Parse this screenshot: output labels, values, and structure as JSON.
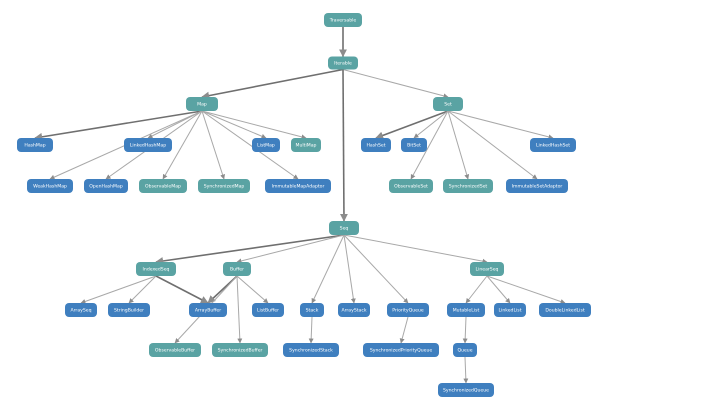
{
  "colors": {
    "trait": "#5aa3a3",
    "class": "#3f7fbf",
    "edge": "#a8a8a8",
    "edge_strong": "#6f6f6f"
  },
  "nodes": [
    {
      "id": "traversable",
      "label": "Traversable",
      "kind": "trait"
    },
    {
      "id": "iterable",
      "label": "Iterable",
      "kind": "trait"
    },
    {
      "id": "map",
      "label": "Map",
      "kind": "trait"
    },
    {
      "id": "set",
      "label": "Set",
      "kind": "trait"
    },
    {
      "id": "seq",
      "label": "Seq",
      "kind": "trait"
    },
    {
      "id": "hashmap",
      "label": "HashMap",
      "kind": "class"
    },
    {
      "id": "linkedhashmap",
      "label": "LinkedHashMap",
      "kind": "class"
    },
    {
      "id": "listmap",
      "label": "ListMap",
      "kind": "class"
    },
    {
      "id": "multimap",
      "label": "MultiMap",
      "kind": "trait"
    },
    {
      "id": "weakhashmap",
      "label": "WeakHashMap",
      "kind": "class"
    },
    {
      "id": "openhashmap",
      "label": "OpenHashMap",
      "kind": "class"
    },
    {
      "id": "observablemap",
      "label": "ObservableMap",
      "kind": "trait"
    },
    {
      "id": "synchronizedmap",
      "label": "SynchronizedMap",
      "kind": "trait"
    },
    {
      "id": "immutablemapadaptor",
      "label": "ImmutableMapAdaptor",
      "kind": "class"
    },
    {
      "id": "hashset",
      "label": "HashSet",
      "kind": "class"
    },
    {
      "id": "bitset",
      "label": "BitSet",
      "kind": "class"
    },
    {
      "id": "linkedhashset",
      "label": "LinkedHashSet",
      "kind": "class"
    },
    {
      "id": "observableset",
      "label": "ObservableSet",
      "kind": "trait"
    },
    {
      "id": "synchronizedset",
      "label": "SynchronizedSet",
      "kind": "trait"
    },
    {
      "id": "immutablesetadaptor",
      "label": "ImmutableSetAdaptor",
      "kind": "class"
    },
    {
      "id": "indexedseq",
      "label": "IndexedSeq",
      "kind": "trait"
    },
    {
      "id": "buffer",
      "label": "Buffer",
      "kind": "trait"
    },
    {
      "id": "linearseq",
      "label": "LinearSeq",
      "kind": "trait"
    },
    {
      "id": "arrayseq",
      "label": "ArraySeq",
      "kind": "class"
    },
    {
      "id": "stringbuilder",
      "label": "StringBuilder",
      "kind": "class"
    },
    {
      "id": "arraybuffer",
      "label": "ArrayBuffer",
      "kind": "class"
    },
    {
      "id": "listbuffer",
      "label": "ListBuffer",
      "kind": "class"
    },
    {
      "id": "stack",
      "label": "Stack",
      "kind": "class"
    },
    {
      "id": "arraystack",
      "label": "ArrayStack",
      "kind": "class"
    },
    {
      "id": "priorityqueue",
      "label": "PriorityQueue",
      "kind": "class"
    },
    {
      "id": "mutablelist",
      "label": "MutableList",
      "kind": "class"
    },
    {
      "id": "linkedlist",
      "label": "LinkedList",
      "kind": "class"
    },
    {
      "id": "doublelinkedlist",
      "label": "DoubleLinkedList",
      "kind": "class"
    },
    {
      "id": "observablebuffer",
      "label": "ObservableBuffer",
      "kind": "trait"
    },
    {
      "id": "synchronizedbuffer",
      "label": "SynchronizedBuffer",
      "kind": "trait"
    },
    {
      "id": "synchronizedstack",
      "label": "SynchronizedStack",
      "kind": "class"
    },
    {
      "id": "synchronizedpriorityqueue",
      "label": "SynchronizedPriorityQueue",
      "kind": "class"
    },
    {
      "id": "queue",
      "label": "Queue",
      "kind": "class"
    },
    {
      "id": "synchronizedqueue",
      "label": "SynchronizedQueue",
      "kind": "class"
    }
  ],
  "edges": [
    {
      "from": "traversable",
      "to": "iterable",
      "strong": true
    },
    {
      "from": "iterable",
      "to": "map",
      "strong": true
    },
    {
      "from": "iterable",
      "to": "set",
      "strong": false
    },
    {
      "from": "iterable",
      "to": "seq",
      "strong": true
    },
    {
      "from": "map",
      "to": "hashmap",
      "strong": true
    },
    {
      "from": "map",
      "to": "linkedhashmap",
      "strong": false
    },
    {
      "from": "map",
      "to": "listmap",
      "strong": false
    },
    {
      "from": "map",
      "to": "multimap",
      "strong": false
    },
    {
      "from": "map",
      "to": "weakhashmap",
      "strong": false
    },
    {
      "from": "map",
      "to": "openhashmap",
      "strong": false
    },
    {
      "from": "map",
      "to": "observablemap",
      "strong": false
    },
    {
      "from": "map",
      "to": "synchronizedmap",
      "strong": false
    },
    {
      "from": "map",
      "to": "immutablemapadaptor",
      "strong": false
    },
    {
      "from": "set",
      "to": "hashset",
      "strong": true
    },
    {
      "from": "set",
      "to": "bitset",
      "strong": false
    },
    {
      "from": "set",
      "to": "linkedhashset",
      "strong": false
    },
    {
      "from": "set",
      "to": "observableset",
      "strong": false
    },
    {
      "from": "set",
      "to": "synchronizedset",
      "strong": false
    },
    {
      "from": "set",
      "to": "immutablesetadaptor",
      "strong": false
    },
    {
      "from": "seq",
      "to": "indexedseq",
      "strong": true
    },
    {
      "from": "seq",
      "to": "buffer",
      "strong": false
    },
    {
      "from": "seq",
      "to": "linearseq",
      "strong": false
    },
    {
      "from": "seq",
      "to": "stack",
      "strong": false
    },
    {
      "from": "seq",
      "to": "arraystack",
      "strong": false
    },
    {
      "from": "seq",
      "to": "priorityqueue",
      "strong": false
    },
    {
      "from": "indexedseq",
      "to": "arrayseq",
      "strong": false
    },
    {
      "from": "indexedseq",
      "to": "stringbuilder",
      "strong": false
    },
    {
      "from": "indexedseq",
      "to": "arraybuffer",
      "strong": true
    },
    {
      "from": "buffer",
      "to": "arraybuffer",
      "strong": true
    },
    {
      "from": "buffer",
      "to": "listbuffer",
      "strong": false
    },
    {
      "from": "buffer",
      "to": "observablebuffer",
      "strong": false
    },
    {
      "from": "buffer",
      "to": "synchronizedbuffer",
      "strong": false
    },
    {
      "from": "stack",
      "to": "synchronizedstack",
      "strong": false
    },
    {
      "from": "priorityqueue",
      "to": "synchronizedpriorityqueue",
      "strong": false
    },
    {
      "from": "linearseq",
      "to": "mutablelist",
      "strong": false
    },
    {
      "from": "linearseq",
      "to": "linkedlist",
      "strong": false
    },
    {
      "from": "linearseq",
      "to": "doublelinkedlist",
      "strong": false
    },
    {
      "from": "mutablelist",
      "to": "queue",
      "strong": false
    },
    {
      "from": "queue",
      "to": "synchronizedqueue",
      "strong": false
    }
  ]
}
